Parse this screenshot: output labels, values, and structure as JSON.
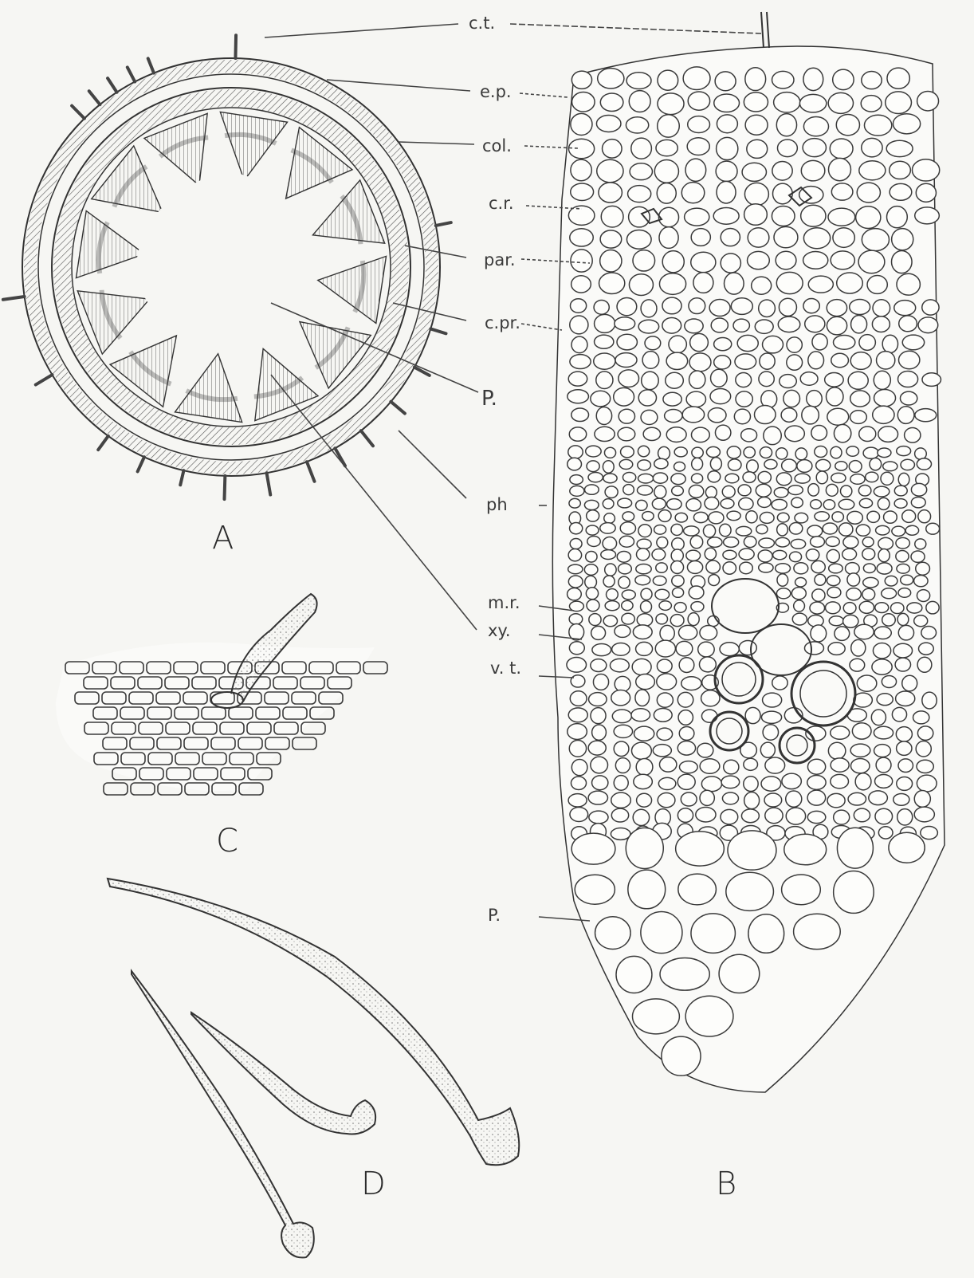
{
  "figure": {
    "labels": {
      "ct": "c.t.",
      "ep": "e.p.",
      "col": "col.",
      "cr": "c.r.",
      "par": "par.",
      "cpr": "c.pr.",
      "p_upper": "P.",
      "ph": "ph",
      "mr": "m.r.",
      "xy": "xy.",
      "vt": "v. t.",
      "p_lower": "P."
    },
    "panels": {
      "A": "A",
      "B": "B",
      "C": "C",
      "D": "D"
    }
  }
}
